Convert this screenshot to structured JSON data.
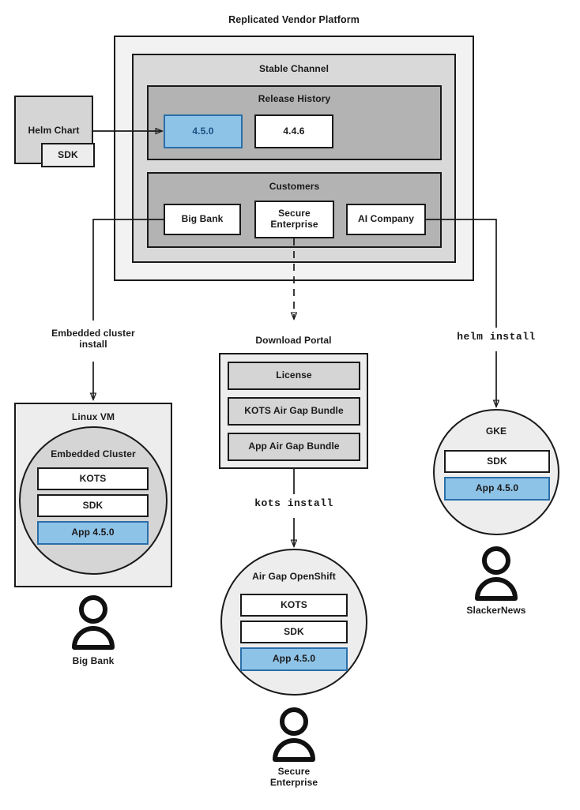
{
  "diagram": {
    "title": "Replicated Vendor Platform",
    "vendor_platform": {
      "title": "Replicated Vendor Platform",
      "channel": {
        "title": "Stable Channel",
        "release_history": {
          "title": "Release History",
          "releases": [
            {
              "version": "4.5.0",
              "highlighted": true
            },
            {
              "version": "4.4.6",
              "highlighted": false
            }
          ]
        },
        "customers": {
          "title": "Customers",
          "items": [
            {
              "name": "Big Bank"
            },
            {
              "name": "Secure\nEnterprise",
              "line1": "Secure",
              "line2": "Enterprise"
            },
            {
              "name": "AI Company"
            }
          ]
        }
      }
    },
    "helm_chart": {
      "title": "Helm Chart",
      "sdk_label": "SDK"
    },
    "edges": [
      {
        "label_line1": "Embedded cluster",
        "label_line2": "install",
        "style": "solid"
      },
      {
        "label_line1": "kots install",
        "label_line2": "",
        "style": "mono"
      },
      {
        "label_line1": "helm install",
        "label_line2": "",
        "style": "mono"
      }
    ],
    "download_portal": {
      "title": "Download Portal",
      "artifacts": [
        {
          "label": "License"
        },
        {
          "label": "KOTS Air Gap Bundle"
        },
        {
          "label": "App Air Gap Bundle"
        }
      ]
    },
    "targets": [
      {
        "id": "linux-vm",
        "title": "Linux VM",
        "inner_title": "Embedded Cluster",
        "components": [
          {
            "label": "KOTS",
            "highlighted": false
          },
          {
            "label": "SDK",
            "highlighted": false
          },
          {
            "label": "App 4.5.0",
            "highlighted": true
          }
        ],
        "customer_line1": "Big Bank",
        "customer_line2": ""
      },
      {
        "id": "air-gap-openshift",
        "title": "Air Gap OpenShift",
        "inner_title": "",
        "components": [
          {
            "label": "KOTS",
            "highlighted": false
          },
          {
            "label": "SDK",
            "highlighted": false
          },
          {
            "label": "App 4.5.0",
            "highlighted": true
          }
        ],
        "customer_line1": "Secure",
        "customer_line2": "Enterprise"
      },
      {
        "id": "gke",
        "title": "GKE",
        "inner_title": "",
        "components": [
          {
            "label": "SDK",
            "highlighted": false
          },
          {
            "label": "App 4.5.0",
            "highlighted": true
          }
        ],
        "customer_line1": "SlackerNews",
        "customer_line2": ""
      }
    ],
    "colors": {
      "highlight_fill": "#8ec3e8",
      "highlight_border": "#2a6fa8",
      "highlight_text": "#1c4e7e",
      "stroke": "#1a1a1a",
      "level1": "#f2f2f2",
      "level2": "#d9d9d9",
      "level3": "#b3b3b3"
    }
  }
}
